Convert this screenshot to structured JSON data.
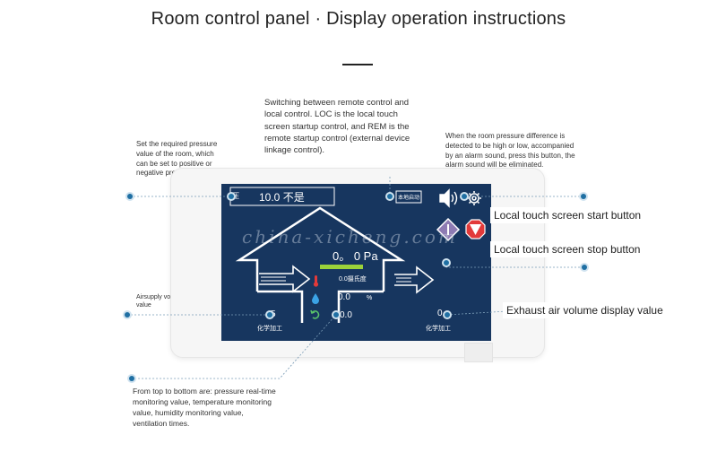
{
  "page": {
    "title": "Room control panel · Display operation instructions"
  },
  "annotations": {
    "switching": "Switching between remote control and local control. LOC is the local touch screen startup control, and REM is the remote startup control (external device linkage control).",
    "required_pressure": "Set the required pressure value of the room, which can be set to positive or negative pressure.",
    "alarm": "When the room pressure difference is detected to be high or low, accompanied by an alarm sound, press this button, the alarm sound will be eliminated.",
    "airsupply": "Airsupply volume display value",
    "order": "From top to bottom are: pressure real-time monitoring value, temperature monitoring value, humidity monitoring value, ventilation times."
  },
  "callouts": {
    "start": "Local touch screen start button",
    "stop": "Local touch screen stop button",
    "exhaust": "Exhaust air volume display value"
  },
  "screen": {
    "setpoint_label": "压",
    "setpoint_value": "10.0 不是",
    "mode_button": "本地启动",
    "pressure_value": "0。 0 Pa",
    "temperature_value": "0.0摄氏度",
    "humidity_value": "0.0",
    "humidity_unit": "%",
    "ventilation_value": "0.0",
    "supply_value": "5",
    "supply_label": "化学加工",
    "exhaust_value": "0",
    "exhaust_label": "化学加工"
  },
  "watermark": "china-xicheng.com",
  "colors": {
    "screen_bg": "#17365f",
    "accent_dot": "#1f6fa3",
    "stop_red": "#e23a3a",
    "start_purple": "#8e7bb3",
    "pressure_bar": "#9bd23a"
  },
  "icons": [
    "speaker-icon",
    "gear-icon",
    "start-diamond-icon",
    "stop-octagon-icon",
    "thermometer-icon",
    "droplet-icon",
    "refresh-icon",
    "house-outline",
    "airflow-arrow"
  ]
}
